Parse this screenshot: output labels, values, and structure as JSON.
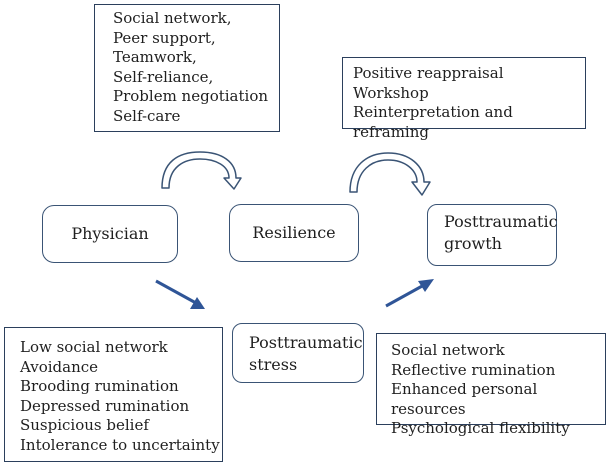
{
  "nodes": {
    "physician": "Physician",
    "resilience": "Resilience",
    "posttraumatic_growth": [
      "Posttraumatic",
      "growth"
    ],
    "posttraumatic_stress": [
      "Posttraumatic",
      "stress"
    ]
  },
  "boxes": {
    "resilience_factors": [
      "Social network,",
      "Peer support,",
      "Teamwork,",
      "Self-reliance,",
      "Problem negotiation",
      "Self-care"
    ],
    "growth_factors": [
      "Positive reappraisal",
      "Workshop",
      "Reinterpretation and reframing"
    ],
    "stress_factors": [
      "Low social network",
      "Avoidance",
      "Brooding rumination",
      "Depressed rumination",
      "Suspicious belief",
      "Intolerance to uncertainty"
    ],
    "transition_factors": [
      "Social network",
      "Reflective rumination",
      "Enhanced personal resources",
      "Psychological flexibility"
    ]
  },
  "colors": {
    "border": "#2b3f5c",
    "arrow": "#2f5597",
    "curve": "#3a5475"
  }
}
